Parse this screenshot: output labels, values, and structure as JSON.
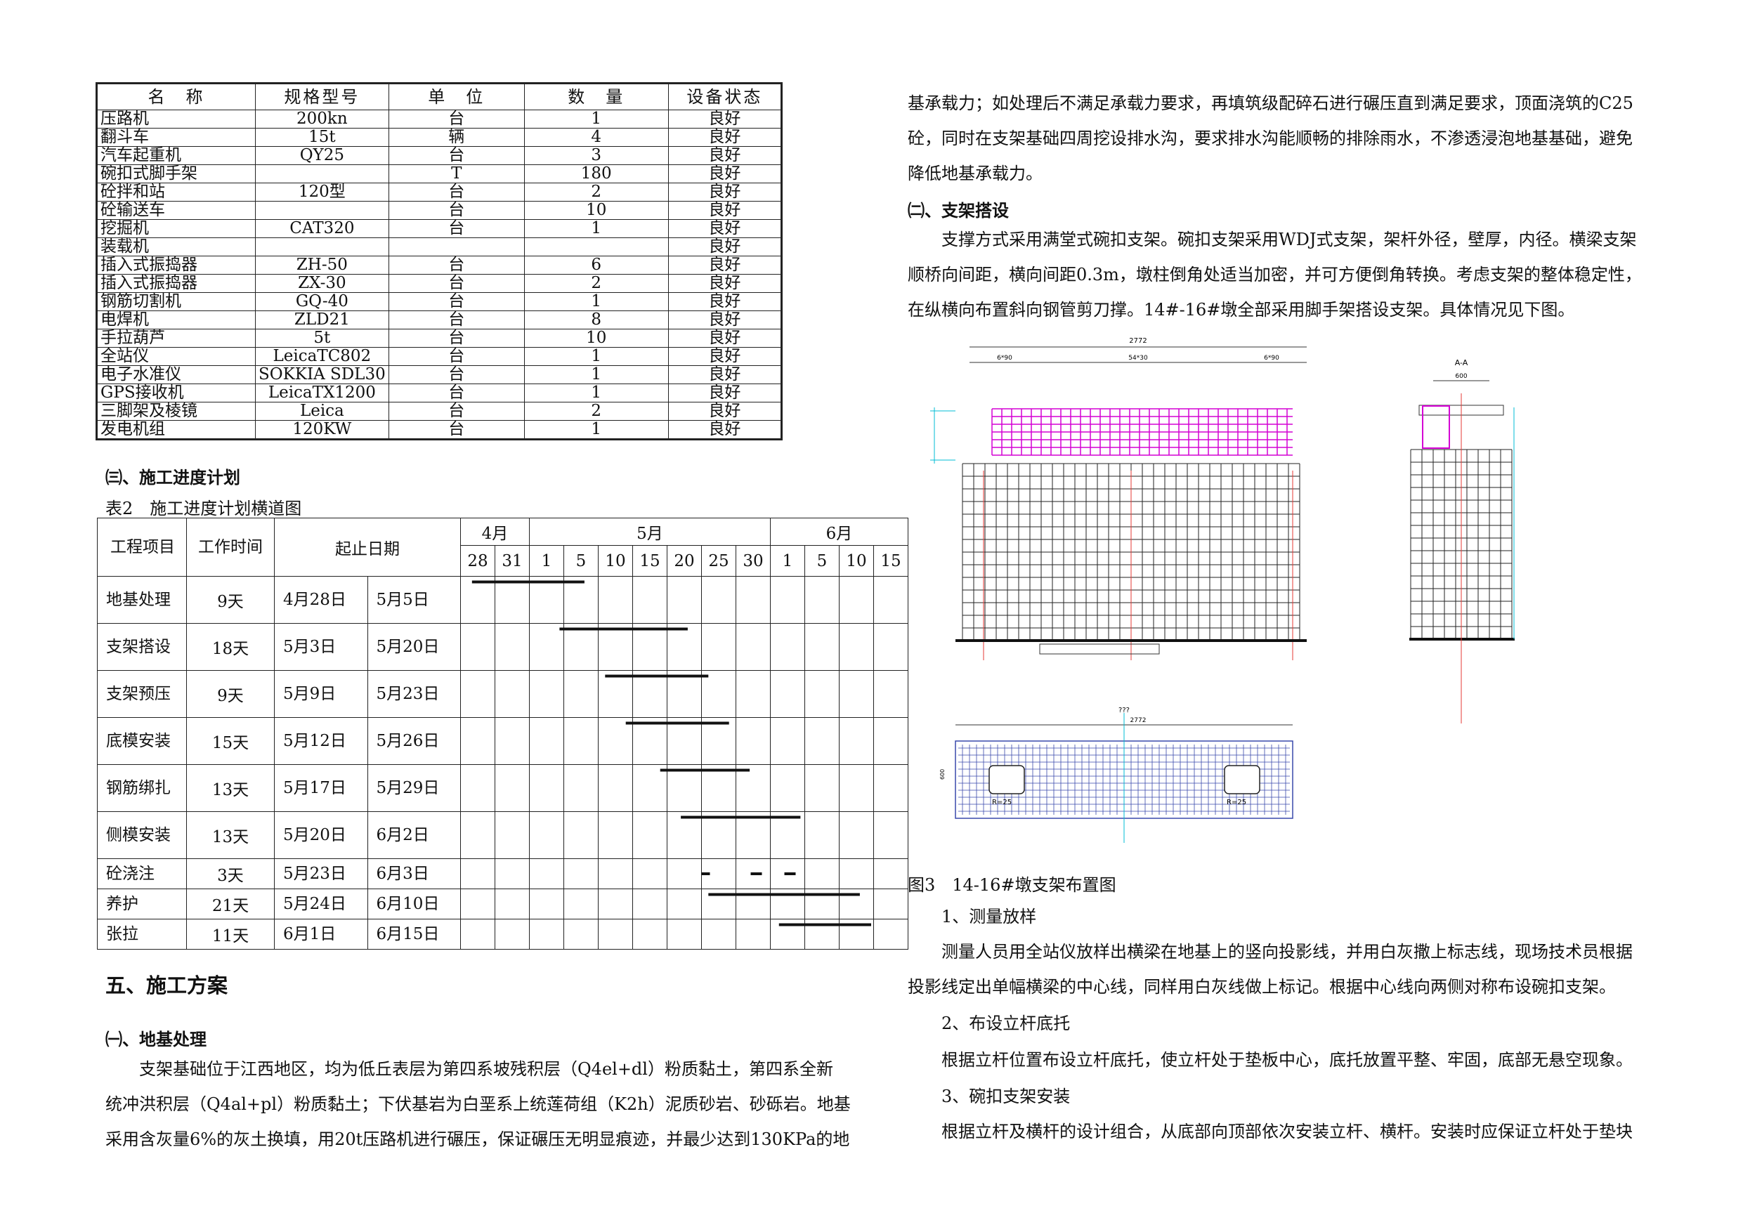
{
  "equipment": {
    "headers": [
      "名　称",
      "规格型号",
      "单　位",
      "数　量",
      "设备状态"
    ],
    "rows": [
      [
        "压路机",
        "200kn",
        "台",
        "1",
        "良好"
      ],
      [
        "翻斗车",
        "15t",
        "辆",
        "4",
        "良好"
      ],
      [
        "汽车起重机",
        "QY25",
        "台",
        "3",
        "良好"
      ],
      [
        "碗扣式脚手架",
        "",
        "T",
        "180",
        "良好"
      ],
      [
        "砼拌和站",
        "120型",
        "台",
        "2",
        "良好"
      ],
      [
        "砼输送车",
        "",
        "台",
        "10",
        "良好"
      ],
      [
        "挖掘机",
        "CAT320",
        "台",
        "1",
        "良好"
      ],
      [
        "装载机",
        "",
        "",
        "",
        "良好"
      ],
      [
        "插入式振捣器",
        "ZH-50",
        "台",
        "6",
        "良好"
      ],
      [
        "插入式振捣器",
        "ZX-30",
        "台",
        "2",
        "良好"
      ],
      [
        "钢筋切割机",
        "GQ-40",
        "台",
        "1",
        "良好"
      ],
      [
        "电焊机",
        "ZLD21",
        "台",
        "8",
        "良好"
      ],
      [
        "手拉葫芦",
        "5t",
        "台",
        "10",
        "良好"
      ],
      [
        "全站仪",
        "LeicaTC802",
        "台",
        "1",
        "良好"
      ],
      [
        "电子水准仪",
        "SOKKIA SDL30",
        "台",
        "1",
        "良好"
      ],
      [
        "GPS接收机",
        "LeicaTX1200",
        "台",
        "1",
        "良好"
      ],
      [
        "三脚架及棱镜",
        "Leica",
        "台",
        "2",
        "良好"
      ],
      [
        "发电机组",
        "120KW",
        "台",
        "1",
        "良好"
      ]
    ]
  },
  "section_schedule": "㈢、施工进度计划",
  "table2_caption": "表2　施工进度计划横道图",
  "gantt": {
    "h_item": "工程项目",
    "h_duration": "工作时间",
    "h_dates": "起止日期",
    "months": [
      "4月",
      "5月",
      "6月"
    ],
    "days": [
      "28",
      "31",
      "1",
      "5",
      "10",
      "15",
      "20",
      "25",
      "30",
      "1",
      "5",
      "10",
      "15"
    ],
    "rows": [
      {
        "item": "地基处理",
        "duration": "9天",
        "start": "4月28日",
        "end": "5月5日"
      },
      {
        "item": "支架搭设",
        "duration": "18天",
        "start": "5月3日",
        "end": "5月20日"
      },
      {
        "item": "支架预压",
        "duration": "9天",
        "start": "5月9日",
        "end": "5月23日"
      },
      {
        "item": "底模安装",
        "duration": "15天",
        "start": "5月12日",
        "end": "5月26日"
      },
      {
        "item": "钢筋绑扎",
        "duration": "13天",
        "start": "5月17日",
        "end": "5月29日"
      },
      {
        "item": "侧模安装",
        "duration": "13天",
        "start": "5月20日",
        "end": "6月2日"
      },
      {
        "item": "砼浇注",
        "duration": "3天",
        "start": "5月23日",
        "end": "6月3日"
      },
      {
        "item": "养护",
        "duration": "21天",
        "start": "5月24日",
        "end": "6月10日"
      },
      {
        "item": "张拉",
        "duration": "11天",
        "start": "6月1日",
        "end": "6月15日"
      }
    ]
  },
  "section5": "五、施工方案",
  "section5_1": "㈠、地基处理",
  "left_para": [
    "支架基础位于江西地区，均为低丘表层为第四系坡残积层（Q4el+dl）粉质黏土，第四系全新",
    "统冲洪积层（Q4al+pl）粉质黏土；下伏基岩为白垩系上统莲荷组（K2h）泥质砂岩、砂砾岩。地基",
    "采用含灰量6%的灰土换填，用20t压路机进行碾压，保证碾压无明显痕迹，并最少达到130KPa的地"
  ],
  "right_para1": [
    "基承载力；如处理后不满足承载力要求，再填筑级配碎石进行碾压直到满足要求，顶面浇筑的C25",
    "砼，同时在支架基础四周挖设排水沟，要求排水沟能顺畅的排除雨水，不渗透浸泡地基基础，避免",
    "降低地基承载力。"
  ],
  "section5_2": "㈡、支架搭设",
  "right_para2": [
    "支撑方式采用满堂式碗扣支架。碗扣支架采用WDJ式支架，架杆外径，壁厚，内径。横梁支架",
    "顺桥向间距，横向间距0.3m，墩柱倒角处适当加密，并可方便倒角转换。考虑支架的整体稳定性，",
    "在纵横向布置斜向钢管剪刀撑。14#-16#墩全部采用脚手架搭设支架。具体情况见下图。"
  ],
  "drawing": {
    "dim_total": "2772",
    "dim_left": "6*90",
    "dim_mid": "54*30",
    "dim_right": "6*90",
    "section_label": "A-A",
    "section_dim": "600",
    "plan_marks": "???",
    "plan_r_left": "R=25",
    "plan_r_right": "R=25",
    "plan_dim_side": "600"
  },
  "fig3_caption": "图3　14-16#墩支架布置图",
  "step1_title": "1、测量放样",
  "step1_text": [
    "测量人员用全站仪放样出横梁在地基上的竖向投影线，并用白灰撒上标志线，现场技术员根据",
    "投影线定出单幅横梁的中心线，同样用白灰线做上标记。根据中心线向两侧对称布设碗扣支架。"
  ],
  "step2_title": "2、布设立杆底托",
  "step2_text": "根据立杆位置布设立杆底托，使立杆处于垫板中心，底托放置平整、牢固，底部无悬空现象。",
  "step3_title": "3、碗扣支架安装",
  "step3_text": "根据立杆及横杆的设计组合，从底部向顶部依次安装立杆、横杆。安装时应保证立杆处于垫块"
}
